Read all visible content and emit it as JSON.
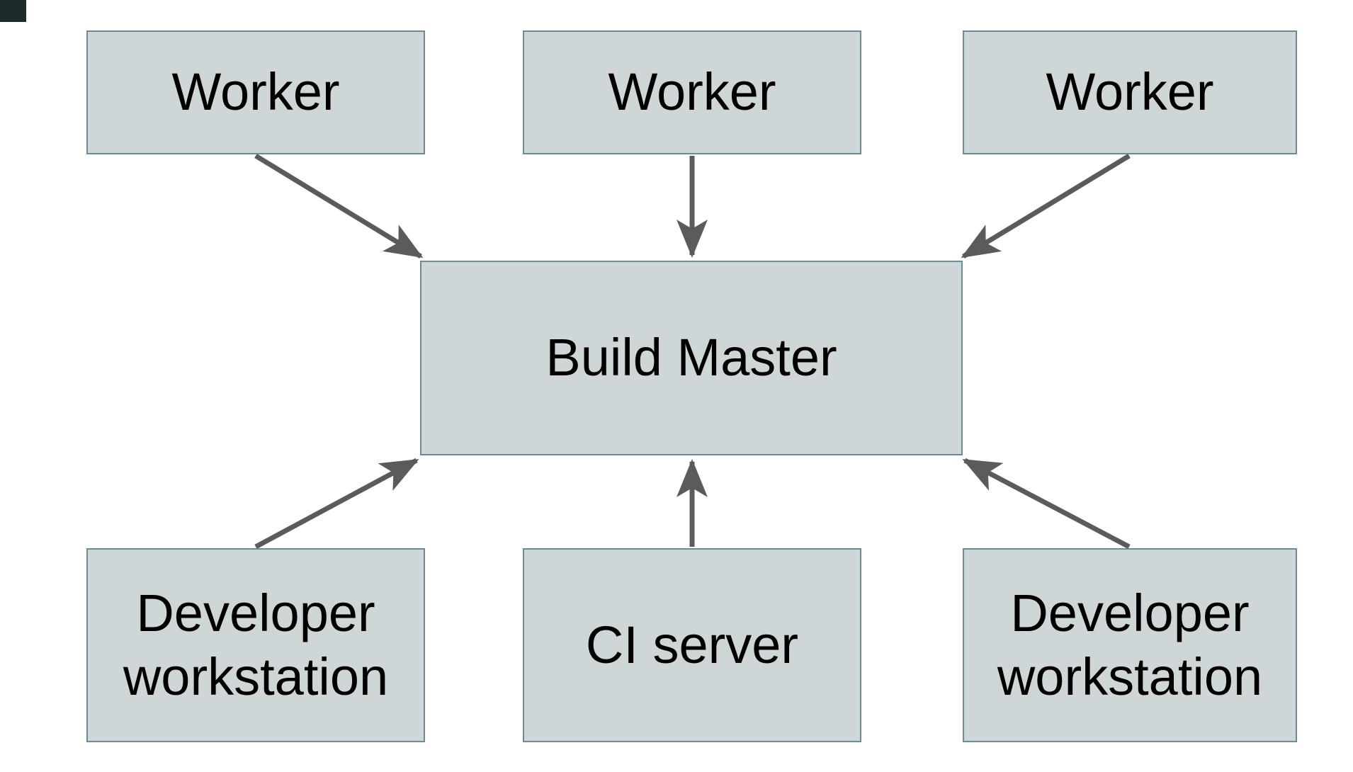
{
  "diagram": {
    "nodes": {
      "worker1": {
        "label": "Worker"
      },
      "worker2": {
        "label": "Worker"
      },
      "worker3": {
        "label": "Worker"
      },
      "build_master": {
        "label": "Build Master"
      },
      "dev_left": {
        "label": "Developer workstation"
      },
      "ci_server": {
        "label": "CI server"
      },
      "dev_right": {
        "label": "Developer workstation"
      }
    },
    "edges": [
      {
        "from": "worker1",
        "to": "build_master"
      },
      {
        "from": "worker2",
        "to": "build_master"
      },
      {
        "from": "worker3",
        "to": "build_master"
      },
      {
        "from": "dev_left",
        "to": "build_master"
      },
      {
        "from": "ci_server",
        "to": "build_master"
      },
      {
        "from": "dev_right",
        "to": "build_master"
      }
    ]
  },
  "theme": {
    "background": "#ffffff",
    "node_fill": "#ced6d8",
    "node_border": "#6d8a97",
    "arrow_color": "#5b5b5b",
    "text_color": "#000000",
    "corner_artifact_color": "#1e2b2d"
  }
}
